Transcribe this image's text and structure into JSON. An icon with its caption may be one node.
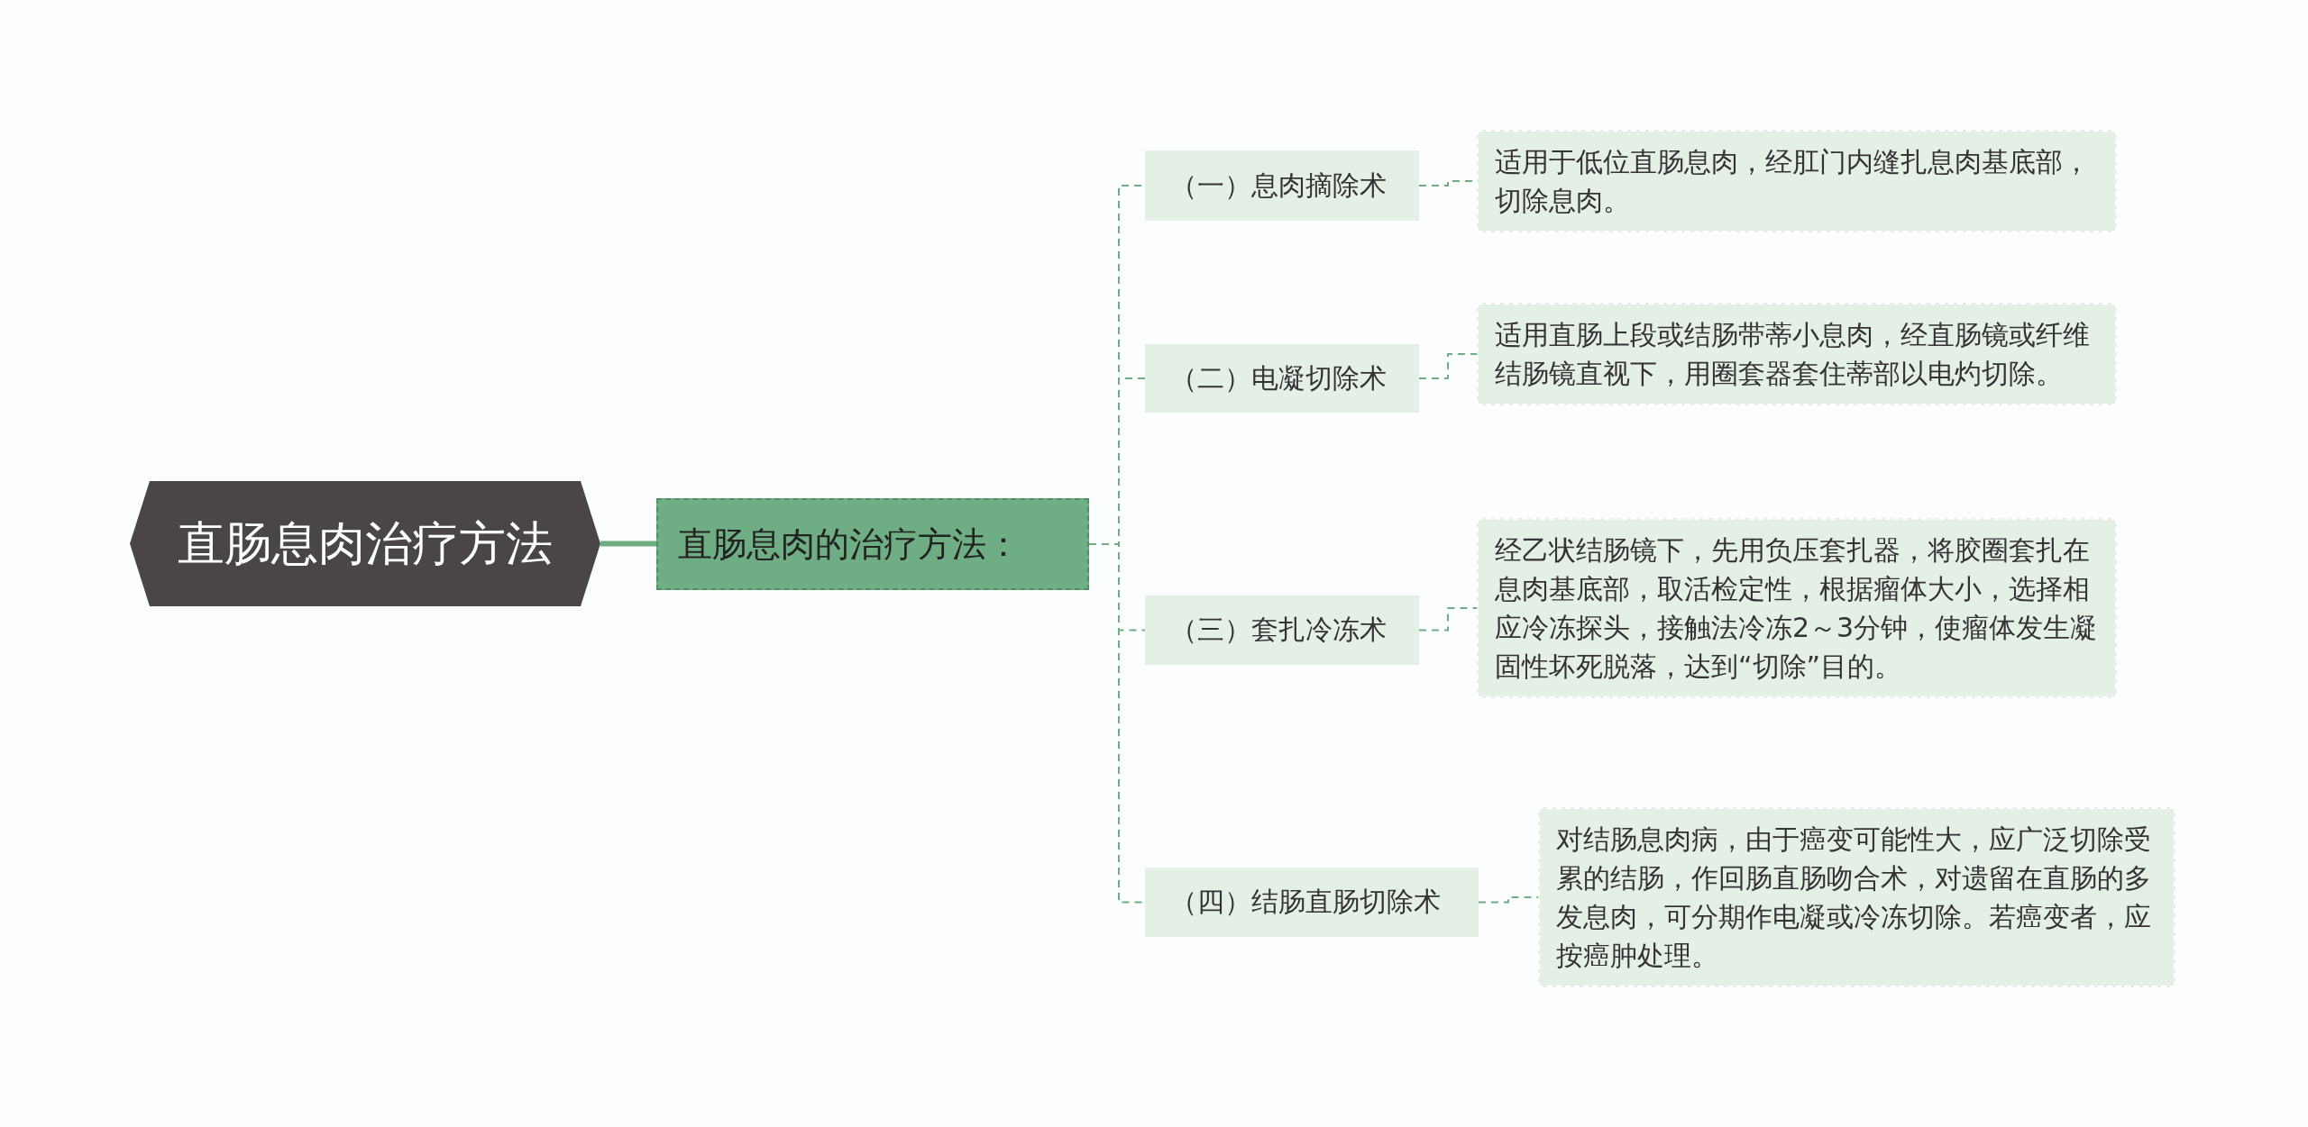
{
  "diagram": {
    "nodes": [
      {
        "text": [
          "直肠息肉治疗方法"
        ]
      },
      {
        "text": [
          "直肠息肉的治疗方法："
        ]
      },
      {
        "text": [
          "（一）息肉摘除术"
        ]
      },
      {
        "text": [
          "（二）电凝切除术"
        ]
      },
      {
        "text": [
          "（三）套扎冷冻术"
        ]
      },
      {
        "text": [
          "（四）结肠直肠切除术"
        ]
      },
      {
        "text": [
          "适用于低位直肠息肉，经肛门内缝扎息肉基底部，切除息肉。"
        ]
      },
      {
        "text": [
          "适用直肠上段或结肠带蒂小息肉，经直肠镜或纤维结肠镜直视下，用圈套器套住蒂部以电灼切除。"
        ]
      },
      {
        "text": [
          "经乙状结肠镜下，先用负压套扎器，将胶圈套扎在息肉基底部，取活检定性，根据瘤体大小，选择相应冷冻探头，接触法冷冻2～3分钟，使瘤体发生凝固性坏死脱落，达到“切除”目的。"
        ]
      },
      {
        "text": [
          "对结肠息肉病，由于癌变可能性大，应广泛切除受累的结肠，作回肠直肠吻合术，对遗留在直肠的多发息肉，可分期作电凝或冷冻切除。若癌变者，应按癌肿处理。"
        ]
      }
    ],
    "edges": [
      {
        "from": 0,
        "to": 1,
        "arrow": "none",
        "style": "thick"
      },
      {
        "from": 1,
        "to": 2,
        "arrow": "none",
        "style": "dashed"
      },
      {
        "from": 1,
        "to": 3,
        "arrow": "none",
        "style": "dashed"
      },
      {
        "from": 1,
        "to": 4,
        "arrow": "none",
        "style": "dashed"
      },
      {
        "from": 1,
        "to": 5,
        "arrow": "none",
        "style": "dashed"
      },
      {
        "from": 2,
        "to": 6,
        "arrow": "none",
        "style": "dashed"
      },
      {
        "from": 3,
        "to": 7,
        "arrow": "none",
        "style": "dashed"
      },
      {
        "from": 4,
        "to": 8,
        "arrow": "none",
        "style": "dashed"
      },
      {
        "from": 5,
        "to": 9,
        "arrow": "none",
        "style": "dashed"
      }
    ]
  }
}
